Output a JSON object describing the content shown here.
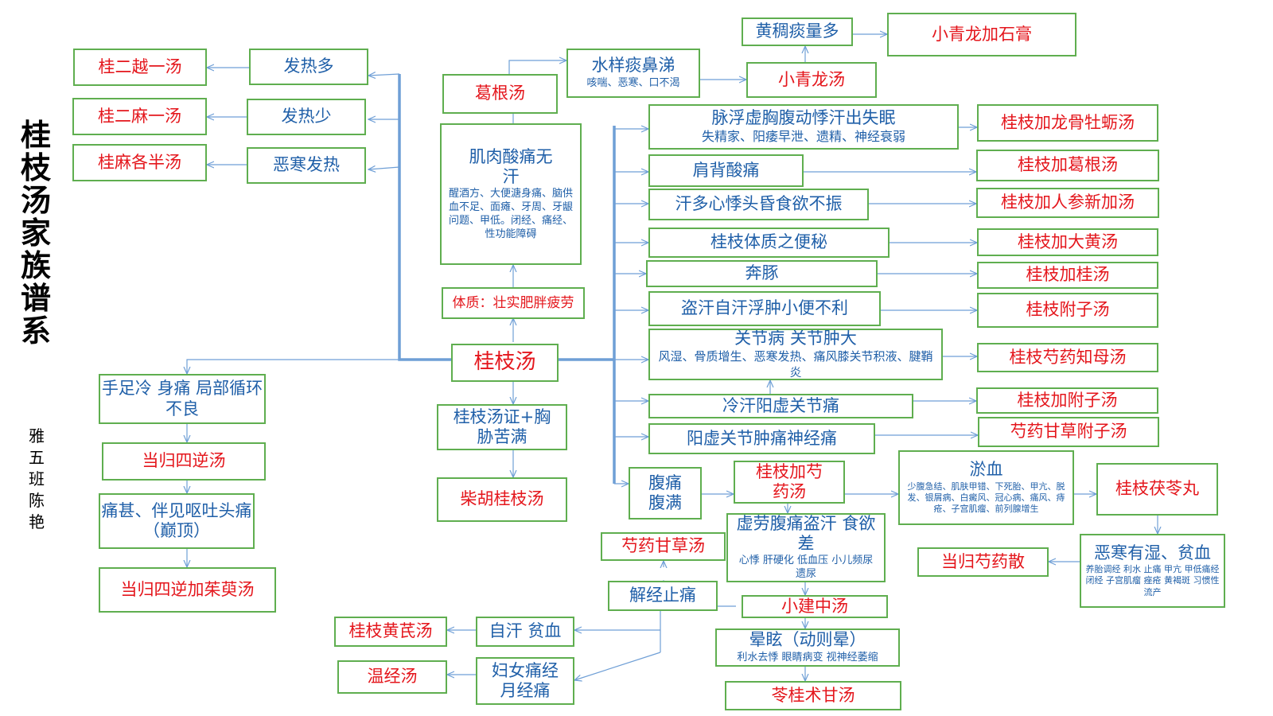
{
  "title": "桂枝汤家族谱系",
  "author": "雅五班 陈艳",
  "colors": {
    "connector": "#6f9fd6",
    "border": "#5fae4f",
    "formula": "#e4161c",
    "symptom": "#1f5fa8"
  },
  "nodes": {
    "guizhi": "桂枝汤",
    "gui_er_yue_yi": "桂二越一汤",
    "fare_duo": "发热多",
    "gui_er_ma_yi": "桂二麻一汤",
    "fare_shao": "发热少",
    "gui_ma_ge_ban": "桂麻各半汤",
    "wuhan_fare": "恶寒发热",
    "ge_gen": "葛根汤",
    "shuiyang_title": "水样痰鼻涕",
    "shuiyang_sub": "咳喘、恶寒、口不渴",
    "huangchou_title": "黄稠痰量多",
    "xiaoqinglong_shigao": "小青龙加石膏",
    "xiaoqinglong": "小青龙汤",
    "jirou_title": "肌肉酸痛无汗",
    "jirou_sub": "醒酒方、大便溏身痛、脑供血不足、面瘫、牙周、牙龈问题、甲低。闭经、痛经、性功能障碍",
    "tizhi": "体质：壮实肥胖疲劳",
    "maifu_title": "脉浮虚胸腹动悸汗出失眠",
    "maifu_sub": "失精家、阳痿早泄、遗精、神经衰弱",
    "gz_longgu": "桂枝加龙骨牡蛎汤",
    "jianbei": "肩背酸痛",
    "gz_gegen": "桂枝加葛根汤",
    "handuo": "汗多心悸头昏食欲不振",
    "gz_renshen": "桂枝加人参新加汤",
    "gz_bianmi": "桂枝体质之便秘",
    "gz_dahuang": "桂枝加大黄汤",
    "bentun": "奔豚",
    "gz_jiagui": "桂枝加桂汤",
    "daohan": "盗汗自汗浮肿小便不利",
    "gz_fuzi": "桂枝附子汤",
    "guanjie_title": "关节病 关节肿大",
    "guanjie_sub": "风湿、骨质增生、恶寒发热、痛风膝关节积液、腱鞘炎",
    "gz_shaoyao_zhimu": "桂枝芍药知母汤",
    "lenghan": "冷汗阳虚关节痛",
    "gz_jia_fuzi": "桂枝加附子汤",
    "yangxu": "阳虚关节肿痛神经痛",
    "shaoyao_gancao_fuzi": "芍药甘草附子汤",
    "shouzu": "手足冷 身痛 局部循环不良",
    "danggui_sini": "当归四逆汤",
    "tongshen": "痛甚、伴见呕吐头痛（巅顶）",
    "danggui_sini_wuzhuyu": "当归四逆加茱萸汤",
    "xiongxie": "桂枝汤证+胸胁苦满",
    "chaihu_guizhi": "柴胡桂枝汤",
    "futong": "腹痛腹满",
    "gz_jia_shao": "桂枝加芍药汤",
    "yuxue_title": "淤血",
    "yuxue_sub": "少腹急结、肌肤甲错、下死胎、甲亢、脱发、银屑病、白癜风、冠心病、痛风、痔疮、子宫肌瘤、前列腺增生",
    "gz_fuling": "桂枝茯苓丸",
    "xulao_title": "虚劳腹痛盗汗 食欲差",
    "xulao_sub": "心悸 肝硬化 低血压 小儿频尿遗尿",
    "shaoyao_gancao": "芍药甘草汤",
    "jiejing": "解经止痛",
    "xiaojianzhong": "小建中汤",
    "xuanyun_title": "晕眩（动则晕）",
    "xuanyun_sub": "利水去悸 眼睛病变 视神经萎缩",
    "linggui": "苓桂术甘汤",
    "wuhan_shi_title": "恶寒有湿、贫血",
    "wuhan_shi_sub": "养胎调经 利水 止痛 甲亢 甲低痛经 闭经 子宫肌瘤 痤疮 黄褐斑 习惯性流产",
    "danggui_shaoyao": "当归芍药散",
    "zihan": "自汗 贫血",
    "gz_huangqi": "桂枝黄芪汤",
    "funv": "妇女痛经月经痛",
    "wenjing": "温经汤"
  }
}
